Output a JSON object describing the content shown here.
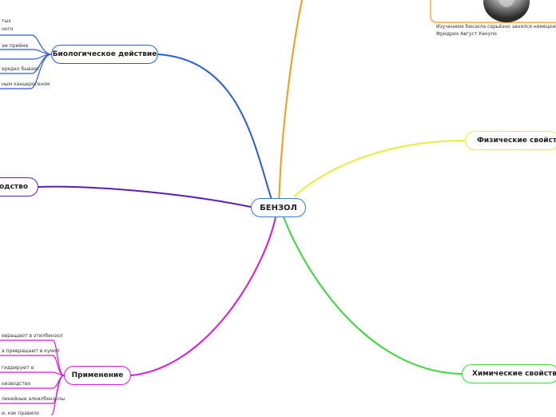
{
  "center": {
    "label": "БЕНЗОЛ"
  },
  "branches": {
    "bio": {
      "label": "Биологическое действие",
      "color": "#2a5bd7"
    },
    "production": {
      "label": "водство",
      "color": "#5a1fa8"
    },
    "usage": {
      "label": "Применение",
      "color": "#d21ad6"
    },
    "physical": {
      "label": "Физические свойства",
      "color": "#e7ee3a"
    },
    "chemical": {
      "label": "Химические свойства",
      "color": "#3cd63c"
    },
    "history": {
      "color": "#f39a1a"
    }
  },
  "bio_leaves": [
    "тых",
    "ного",
    "эм приёме",
    "ередко бывает",
    "ным канцерогеном"
  ],
  "usage_leaves": [
    "евращают в этилбензол",
    "а превращают в кумол",
    "гидрируют в",
    "оизводство",
    "линейные алкилбензолы",
    "и, как правило"
  ],
  "history": {
    "line1": "Изучением бензола серьёзно занялся немецкий х",
    "line2": "Фридрих Август Кекуле"
  }
}
